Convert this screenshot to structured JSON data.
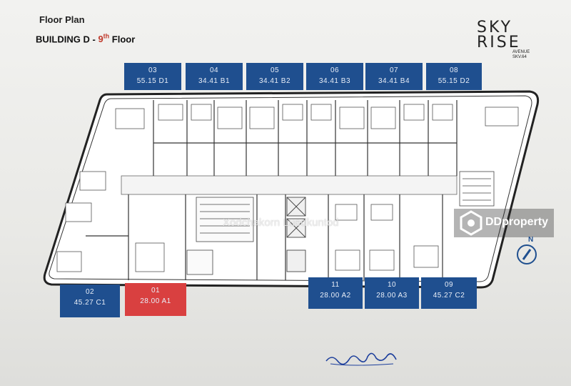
{
  "header": {
    "title": "Floor Plan",
    "building": "BUILDING D",
    "dash": "-",
    "floor_number": "9",
    "floor_suffix": "th",
    "floor_word": "Floor"
  },
  "logo": {
    "line1": "SKY",
    "line2": "RISE",
    "avenue": "AVENUE",
    "skv": "SKV.64"
  },
  "units": [
    {
      "number": "03",
      "info": "55.15  D1"
    },
    {
      "number": "04",
      "info": "34.41  B1"
    },
    {
      "number": "05",
      "info": "34.41  B2"
    },
    {
      "number": "06",
      "info": "34.41  B3"
    },
    {
      "number": "07",
      "info": "34.41  B4"
    },
    {
      "number": "08",
      "info": "55.15  D2"
    },
    {
      "number": "02",
      "info": "45.27  C1"
    },
    {
      "number": "01",
      "info": "28.00  A1"
    },
    {
      "number": "11",
      "info": "28.00  A2"
    },
    {
      "number": "10",
      "info": "28.00  A3"
    },
    {
      "number": "09",
      "info": "45.27  C2"
    }
  ],
  "watermark": {
    "credit": "Xodchakorn Luedkuntod"
  },
  "brand": {
    "text": "DDproperty"
  },
  "compass": {
    "label": "N"
  },
  "colors": {
    "unit_label_bg": "#1f4f8f",
    "highlight_unit_bg": "#d94040",
    "floor_number_color": "#c0392b"
  }
}
